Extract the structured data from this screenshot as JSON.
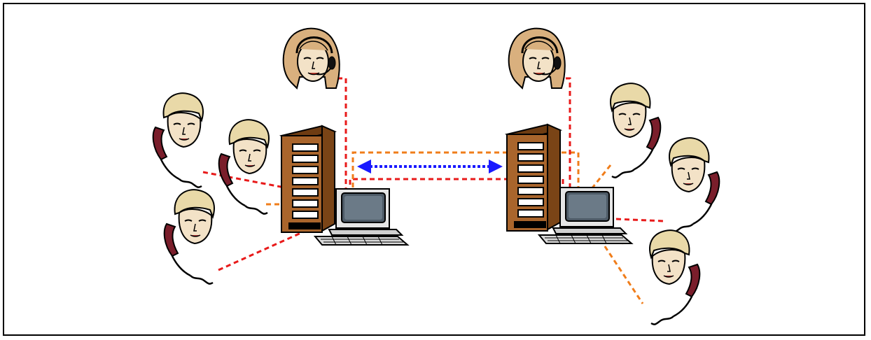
{
  "diagram": {
    "type": "network-diagram",
    "nodes": [
      {
        "id": "left-operator",
        "kind": "headset-operator"
      },
      {
        "id": "left-server",
        "kind": "server-tower"
      },
      {
        "id": "left-workstation",
        "kind": "computer-terminal"
      },
      {
        "id": "left-caller-1",
        "kind": "phone-caller"
      },
      {
        "id": "left-caller-2",
        "kind": "phone-caller"
      },
      {
        "id": "left-caller-3",
        "kind": "phone-caller"
      },
      {
        "id": "right-operator",
        "kind": "headset-operator"
      },
      {
        "id": "right-server",
        "kind": "server-tower"
      },
      {
        "id": "right-workstation",
        "kind": "computer-terminal"
      },
      {
        "id": "right-caller-1",
        "kind": "phone-caller"
      },
      {
        "id": "right-caller-2",
        "kind": "phone-caller"
      },
      {
        "id": "right-caller-3",
        "kind": "phone-caller"
      }
    ],
    "links": [
      {
        "from": "left-server",
        "to": "right-server",
        "style": "double-arrow",
        "color": "#1a1aff"
      },
      {
        "from": "left-workstation",
        "to": "right-workstation",
        "style": "dashed",
        "color": "#e81a1a"
      },
      {
        "from": "left-workstation",
        "to": "right-workstation",
        "style": "dashed",
        "color": "#f07d1a"
      },
      {
        "from": "left-operator",
        "to": "left-workstation",
        "style": "dashed",
        "color": "#e81a1a"
      },
      {
        "from": "right-operator",
        "to": "right-workstation",
        "style": "dashed",
        "color": "#e81a1a"
      },
      {
        "from": "left-caller-1",
        "to": "left-workstation",
        "style": "dashed",
        "color": "#e81a1a"
      },
      {
        "from": "left-caller-2",
        "to": "left-workstation",
        "style": "dashed",
        "color": "#f07d1a"
      },
      {
        "from": "left-caller-3",
        "to": "left-workstation",
        "style": "dashed",
        "color": "#e81a1a"
      },
      {
        "from": "right-caller-1",
        "to": "right-workstation",
        "style": "dashed",
        "color": "#f07d1a"
      },
      {
        "from": "right-caller-2",
        "to": "right-workstation",
        "style": "dashed",
        "color": "#e81a1a"
      },
      {
        "from": "right-caller-3",
        "to": "right-workstation",
        "style": "dashed",
        "color": "#f07d1a"
      }
    ],
    "colors": {
      "red_link": "#e81a1a",
      "orange_link": "#f07d1a",
      "blue_arrow": "#1a1aff",
      "server_wood": "#a9652c",
      "skin": "#f3e2c7",
      "operator_hair": "#d9b07e",
      "caller_hair": "#e9d9a8",
      "phone": "#7a1e2b"
    }
  }
}
